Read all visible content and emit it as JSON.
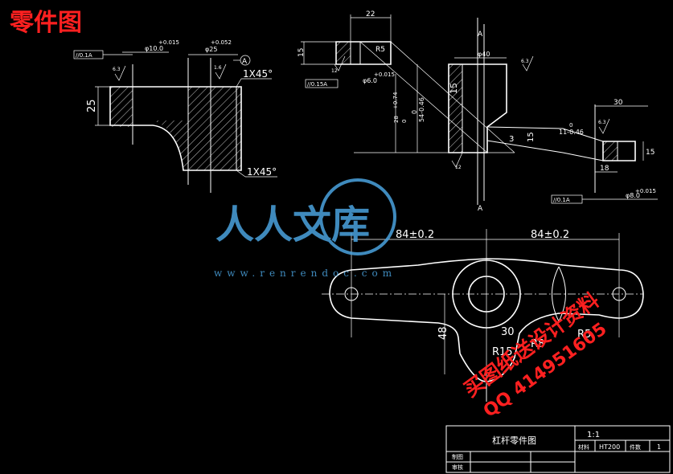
{
  "header": {
    "title": "零件图",
    "title_color": "#ff2020"
  },
  "watermark": {
    "brand": "人人文库",
    "url": "www.renrendoc.com",
    "color": "#4aa3df"
  },
  "stamp": {
    "line1": "买图纸送设计资料",
    "line2": "QQ 414951605",
    "color": "#ff2020"
  },
  "view_top_left": {
    "tol_frame_1": "//0.1A",
    "d10": "φ10.0",
    "d10_tol": "+0.015",
    "d25": "φ25",
    "d25_tol": "+0.052",
    "datum": "A",
    "dim_25": "25",
    "chamfer_top": "1X45°",
    "chamfer_bottom": "1X45°",
    "roughness_a": "6.3",
    "roughness_b": "1.6"
  },
  "view_section": {
    "dim_22": "22",
    "dim_15": "15",
    "r5": "R5",
    "tol_frame_2": "//0.15A",
    "d6": "φ6.0",
    "d6_tol": "+0.015",
    "d40": "φ40",
    "dim_15b": "15",
    "dim_3": "3",
    "dim_15c": "15",
    "dim_54": "54-0.46",
    "dim_0": "0",
    "dim_074": "+0.74",
    "dim_28": "28",
    "dim_0b": "0",
    "dim_30": "30",
    "dim_0c": "0",
    "dim_11": "11-0.46",
    "dim_15d": "15",
    "dim_18": "18",
    "tol_frame_3": "//0.1A",
    "d8": "φ8.0",
    "d8_tol": "+0.015",
    "section_label_top": "A",
    "section_label_bottom": "A",
    "roughness_c": "6.3",
    "roughness_d": "6.3",
    "roughness_e": "12",
    "roughness_f": "12"
  },
  "view_main": {
    "dim_left": "84±0.2",
    "dim_right": "84±0.2",
    "dim_48": "48",
    "dim_30": "30",
    "r15": "R15",
    "r8": "R8",
    "r5": "R5"
  },
  "title_block": {
    "part_name": "杠杆零件图",
    "scale": "1:1",
    "material_label": "材料",
    "material": "HT200",
    "qty_label": "件数",
    "qty": "1",
    "drawn_label": "制图",
    "checked_label": "审核"
  }
}
